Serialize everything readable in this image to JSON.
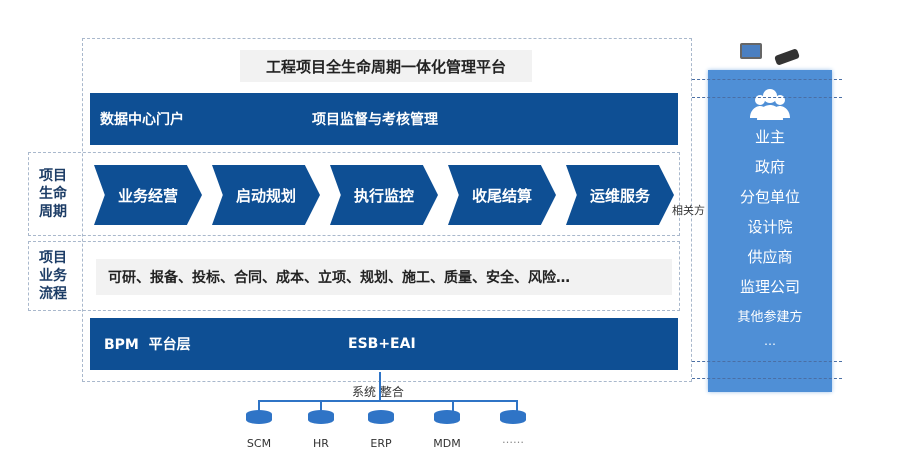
{
  "platform_title": "工程项目全生命周期一体化管理平台",
  "top_bar": {
    "left": "数据中心门户",
    "right": "项目监督与考核管理"
  },
  "lifecycle": {
    "label": "项目\n生命\n周期",
    "stages": [
      "业务经营",
      "启动规划",
      "执行监控",
      "收尾结算",
      "运维服务"
    ]
  },
  "related_label": "相关方",
  "business": {
    "label": "项目\n业务\n流程",
    "text": "可研、报备、投标、合同、成本、立项、规划、施工、质量、安全、风险…"
  },
  "bottom_bar": {
    "left": "BPM  平台层",
    "right": "ESB+EAI"
  },
  "integration_label": "系统 整合",
  "systems": [
    "SCM",
    "HR",
    "ERP",
    "MDM",
    "……"
  ],
  "stakeholders": [
    "业主",
    "政府",
    "分包单位",
    "设计院",
    "供应商",
    "监理公司",
    "其他参建方",
    "…"
  ],
  "colors": {
    "dark_blue": "#0e4f94",
    "panel_blue": "#4f8fd6"
  },
  "icons": [
    "monitor-icon",
    "phone-icon",
    "people-icon",
    "database-icon"
  ]
}
